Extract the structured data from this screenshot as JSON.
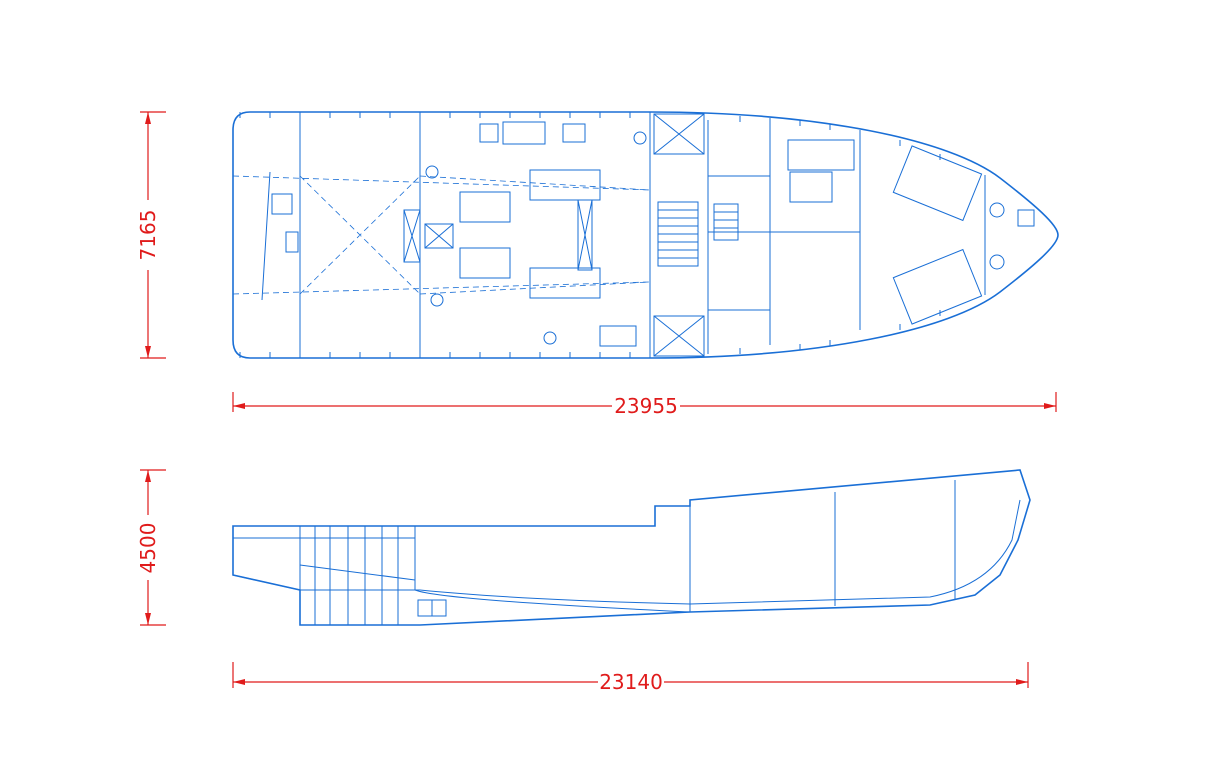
{
  "colors": {
    "drawing_line": "#1a6fd6",
    "dimension_line": "#e01b1b",
    "background": "#ffffff"
  },
  "plan_view": {
    "length_dimension": "23955",
    "beam_dimension": "7165"
  },
  "profile_view": {
    "length_dimension": "23140",
    "depth_dimension": "4500"
  }
}
